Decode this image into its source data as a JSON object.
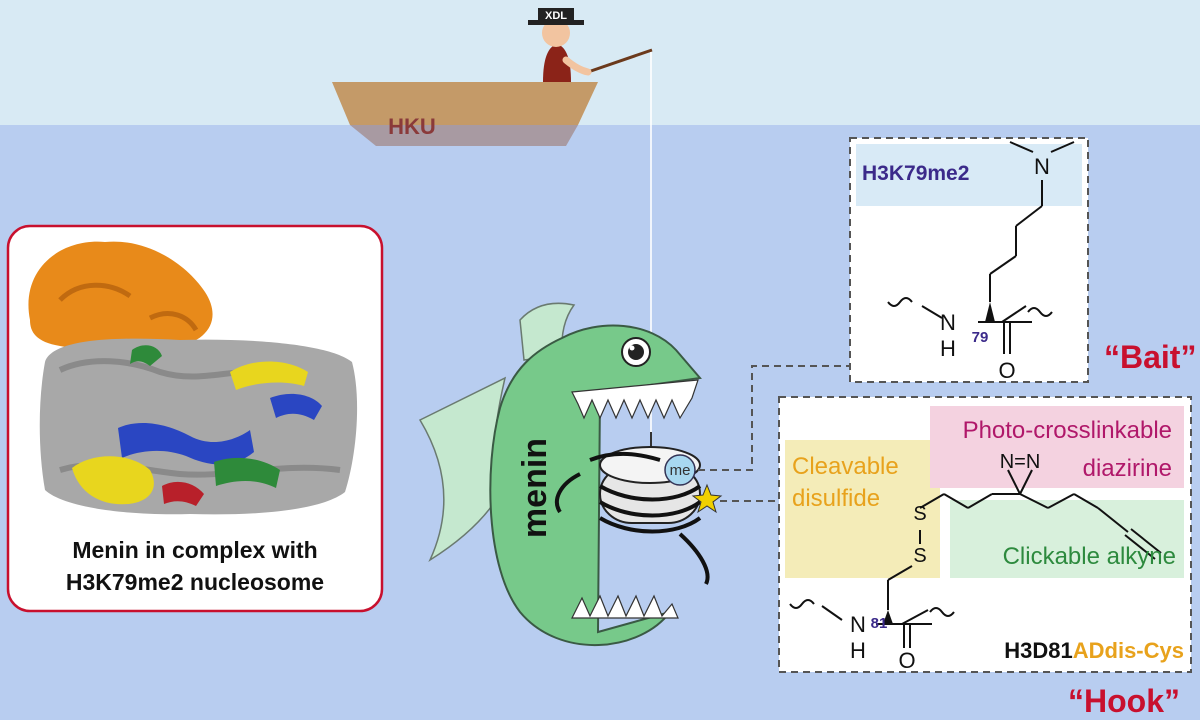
{
  "fisher_hat": "XDL",
  "boat": "HKU",
  "protein_label": "menin",
  "me_label": "me",
  "h3k79": {
    "title": "H3K79me2",
    "n_top": "N",
    "nh": "N",
    "h": "H",
    "residue": "79",
    "o": "O"
  },
  "bait_label": "“Bait”",
  "hook_label": "“Hook”",
  "hook_box": {
    "photo_line1": "Photo-crosslinkable",
    "photo_line2": "diazirine",
    "cleavable_line1": "Cleavable",
    "cleavable_line2": "disulfide",
    "clickable": "Clickable alkyne",
    "diazirine_atoms": "N=N",
    "s1": "S",
    "s2": "S",
    "nh": "N",
    "h": "H",
    "residue": "81",
    "o": "O",
    "name_part1": "H3D81",
    "name_part2": "ADdis-Cys"
  },
  "structure_caption": {
    "line1": "Menin in complex with",
    "line2": "H3K79me2 nucleosome"
  },
  "colors": {
    "sky": "#d8eaf4",
    "water": "#b8cdf0",
    "fish": "#77c98a",
    "fish_fin": "#c5e8cf",
    "bait_red": "#c8102e",
    "h3k79_text": "#3b2a8a",
    "orange_text": "#e8a21c",
    "photo_text": "#b0186a",
    "green_text": "#2d8a3e",
    "menin_density": "#e88a1a",
    "histone_gray": "#9a9a9a"
  }
}
